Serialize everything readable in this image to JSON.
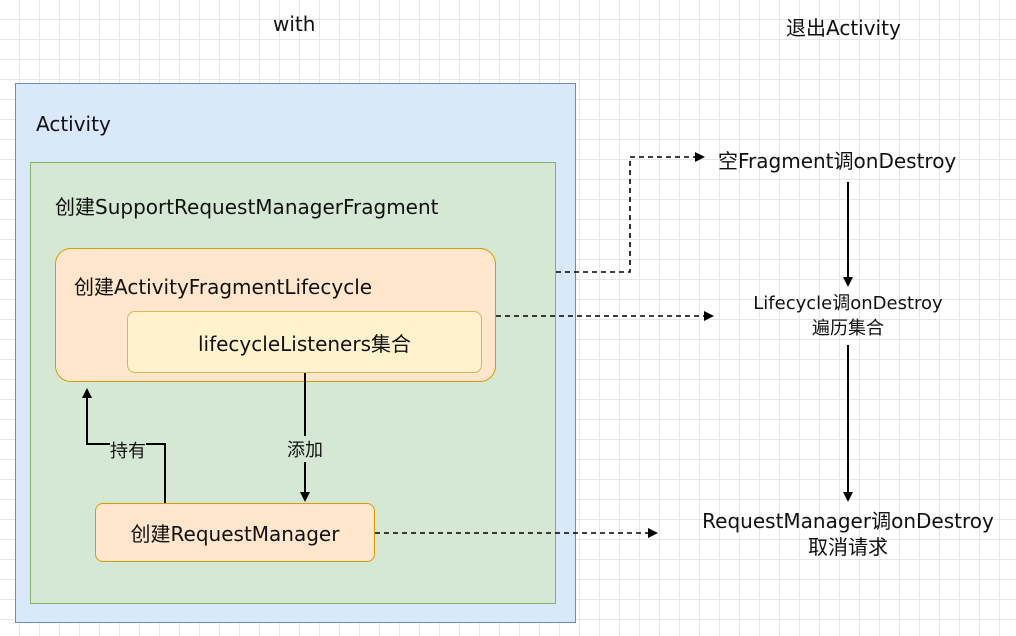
{
  "header": {
    "col_with": "with",
    "col_exit": "退出Activity"
  },
  "activity": {
    "label": "Activity"
  },
  "fragment": {
    "label": "创建SupportRequestManagerFragment"
  },
  "lifecycle": {
    "label": "创建ActivityFragmentLifecycle",
    "listeners_label": "lifecycleListeners集合"
  },
  "request_manager": {
    "label": "创建RequestManager"
  },
  "edges": {
    "hold": "持有",
    "add": "添加"
  },
  "destroy_flow": {
    "fragment_destroy": "空Fragment调onDestroy",
    "lifecycle_destroy_line1": "Lifecycle调onDestroy",
    "lifecycle_destroy_line2": "遍历集合",
    "request_destroy_line1": "RequestManager调onDestroy",
    "request_destroy_line2": "取消请求"
  }
}
